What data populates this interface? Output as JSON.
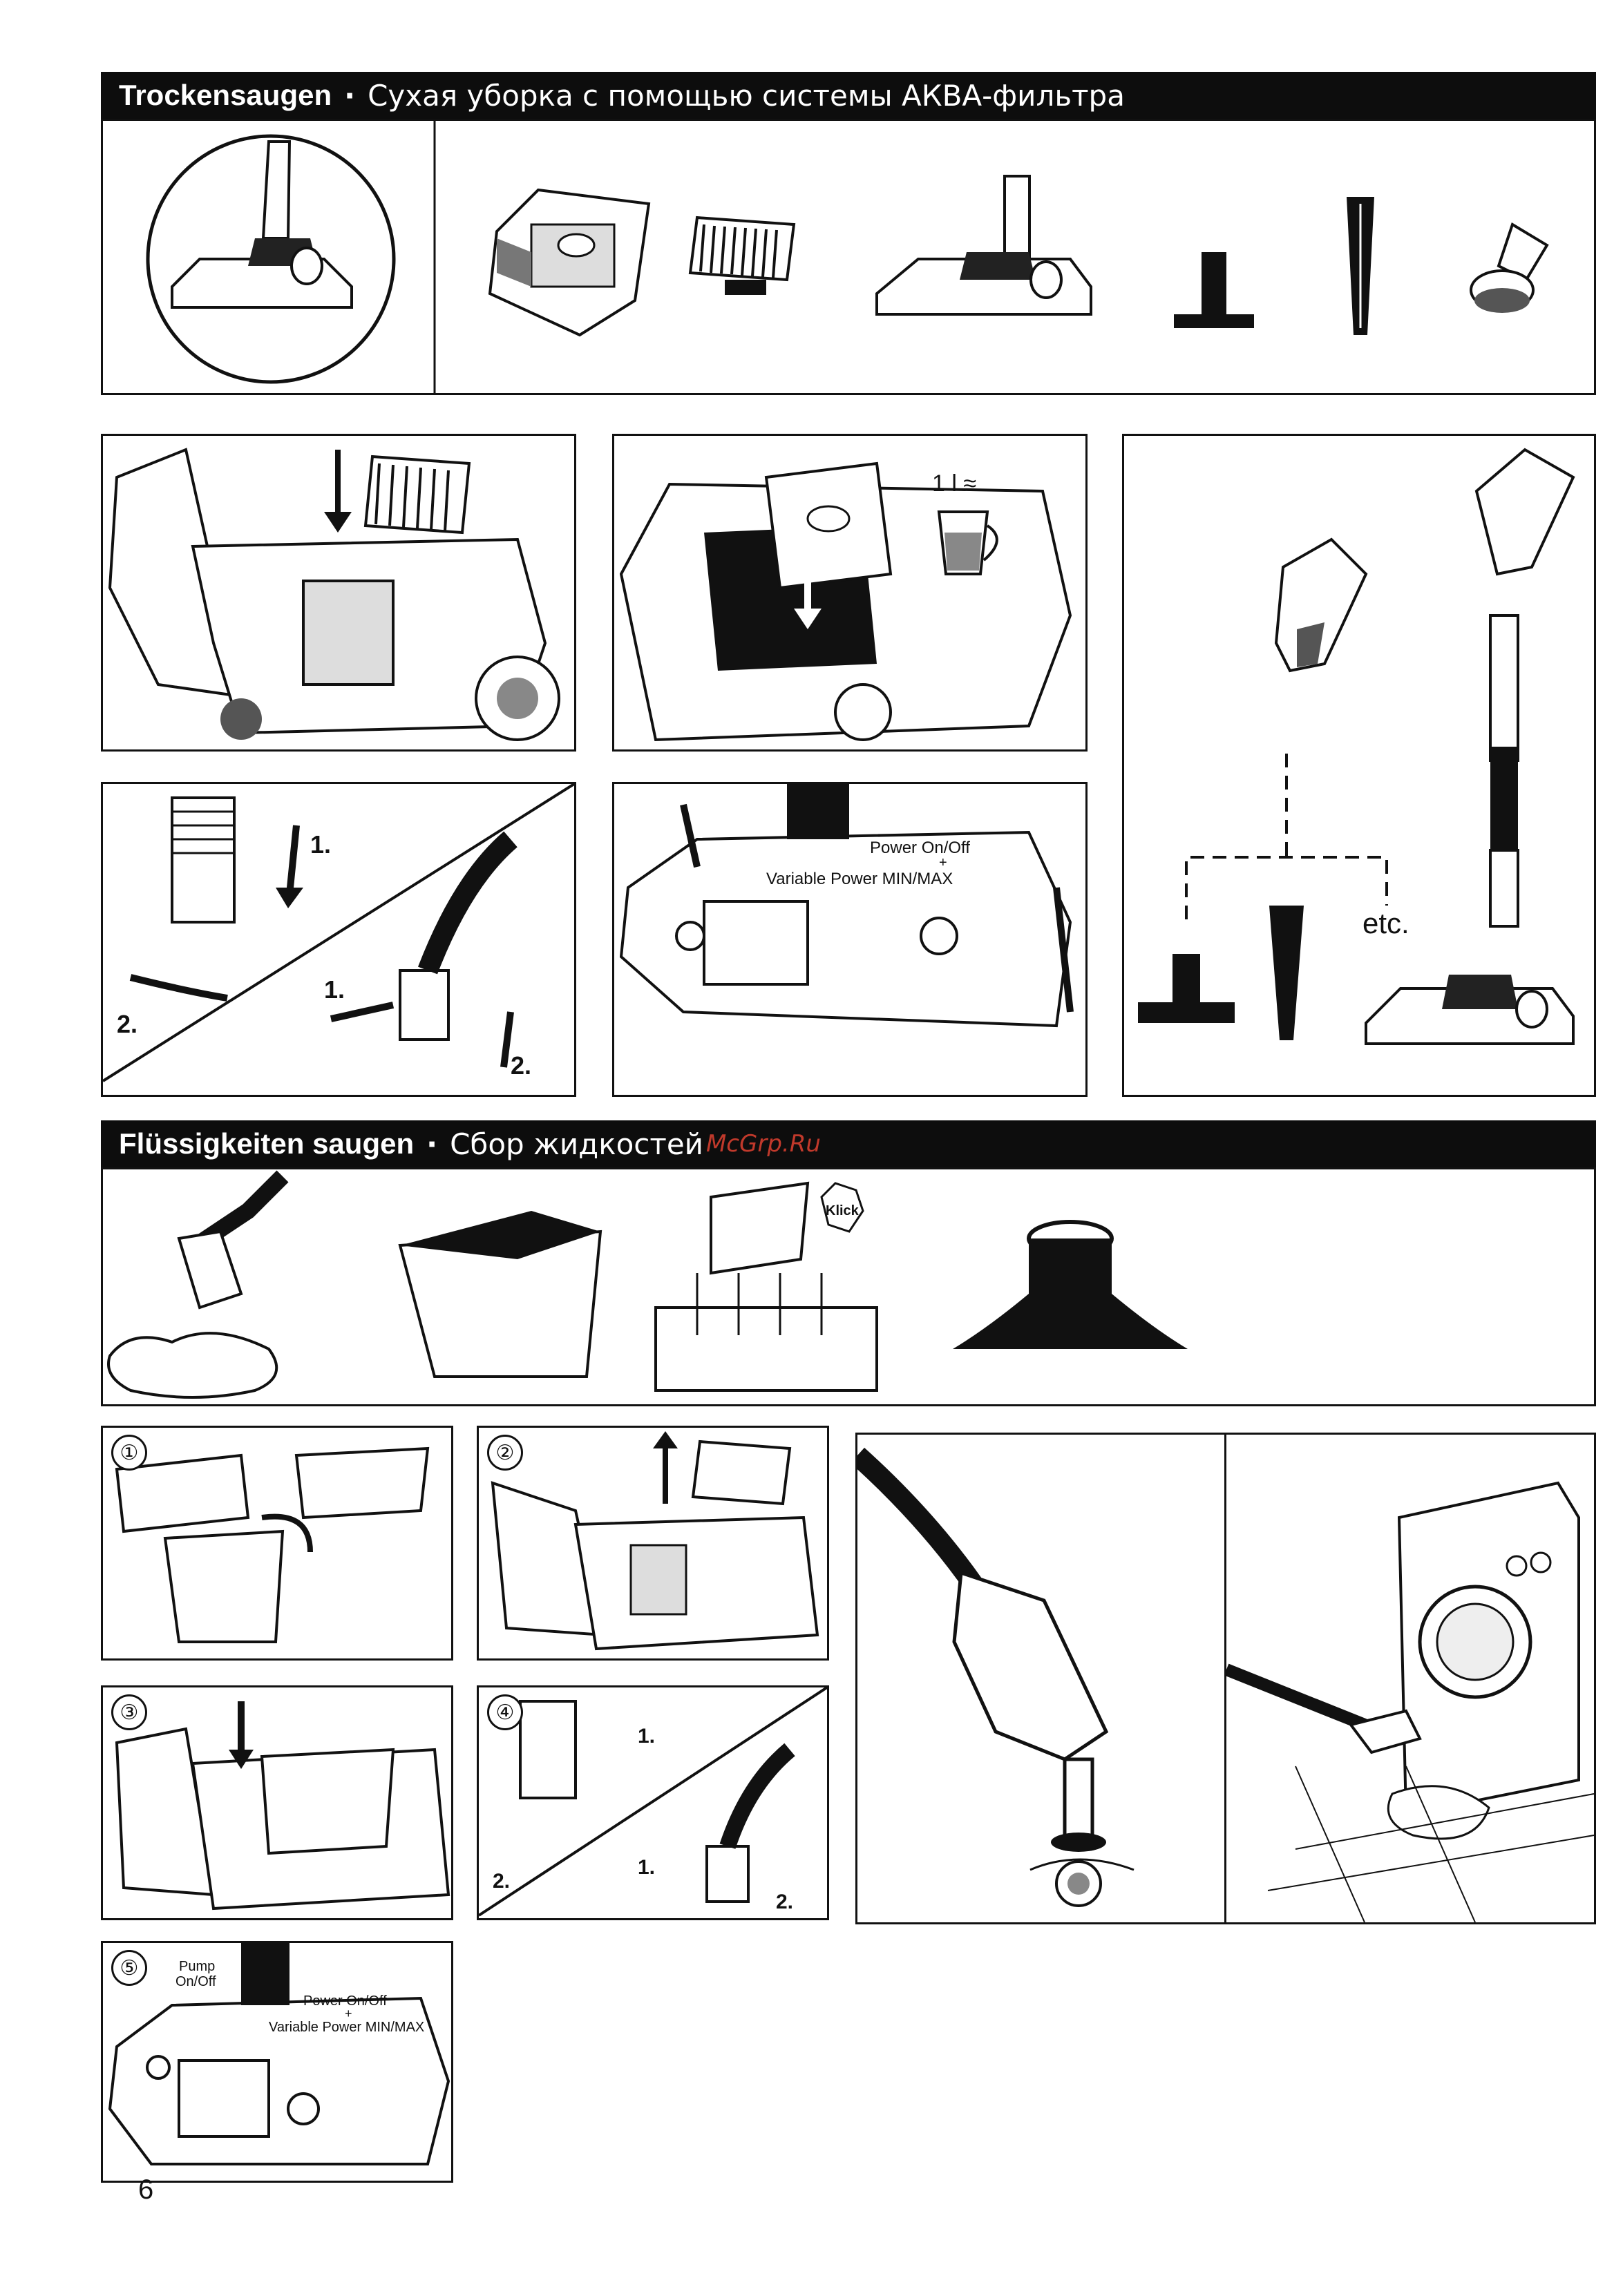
{
  "section_dry": {
    "title_de": "Trockensaugen",
    "separator": "·",
    "title_ru": "Сухая уборка с помощью системы АКВА-фильтра"
  },
  "section_wet": {
    "title_de": "Flüssigkeiten saugen",
    "separator": "·",
    "title_ru": "Сбор жидкостей",
    "watermark": "McGrp.Ru"
  },
  "labels": {
    "volume": "1 l ≈",
    "step1": "1.",
    "step2": "2.",
    "power": "Power On/Off",
    "plus": "+",
    "variable_power": "Variable Power MIN/MAX",
    "etc": "etc.",
    "klick": "Klick",
    "pump": "Pump",
    "pump_onoff": "On/Off"
  },
  "steps": [
    "①",
    "②",
    "③",
    "④",
    "⑤"
  ],
  "page_number": "6",
  "colors": {
    "header_bg": "#0d0d0d",
    "header_text": "#ffffff",
    "watermark": "#c0392b"
  }
}
